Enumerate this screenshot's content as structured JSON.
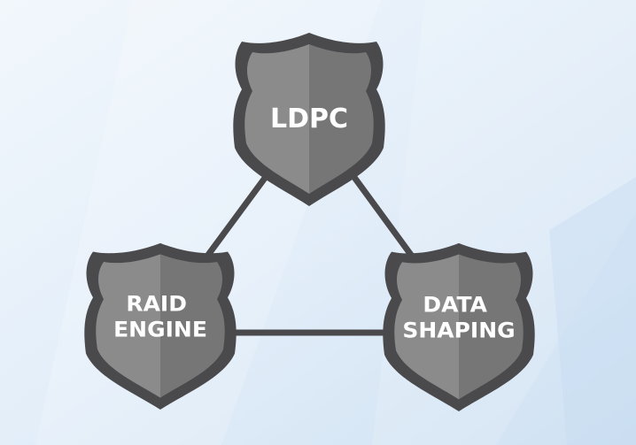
{
  "diagram": {
    "nodes": [
      {
        "id": "ldpc",
        "lines": [
          "LDPC"
        ]
      },
      {
        "id": "raid-engine",
        "lines": [
          "RAID",
          "ENGINE"
        ]
      },
      {
        "id": "data-shaping",
        "lines": [
          "DATA",
          "SHAPING"
        ]
      }
    ],
    "edges": [
      {
        "from": "ldpc",
        "to": "raid-engine"
      },
      {
        "from": "ldpc",
        "to": "data-shaping"
      },
      {
        "from": "raid-engine",
        "to": "data-shaping"
      }
    ],
    "colors": {
      "shield_outline": "#4a4a4c",
      "shield_left": "#8b8b8c",
      "shield_right": "#767677",
      "connector": "#4a4a4c",
      "label": "#ffffff",
      "background": "#e4eef8"
    }
  }
}
